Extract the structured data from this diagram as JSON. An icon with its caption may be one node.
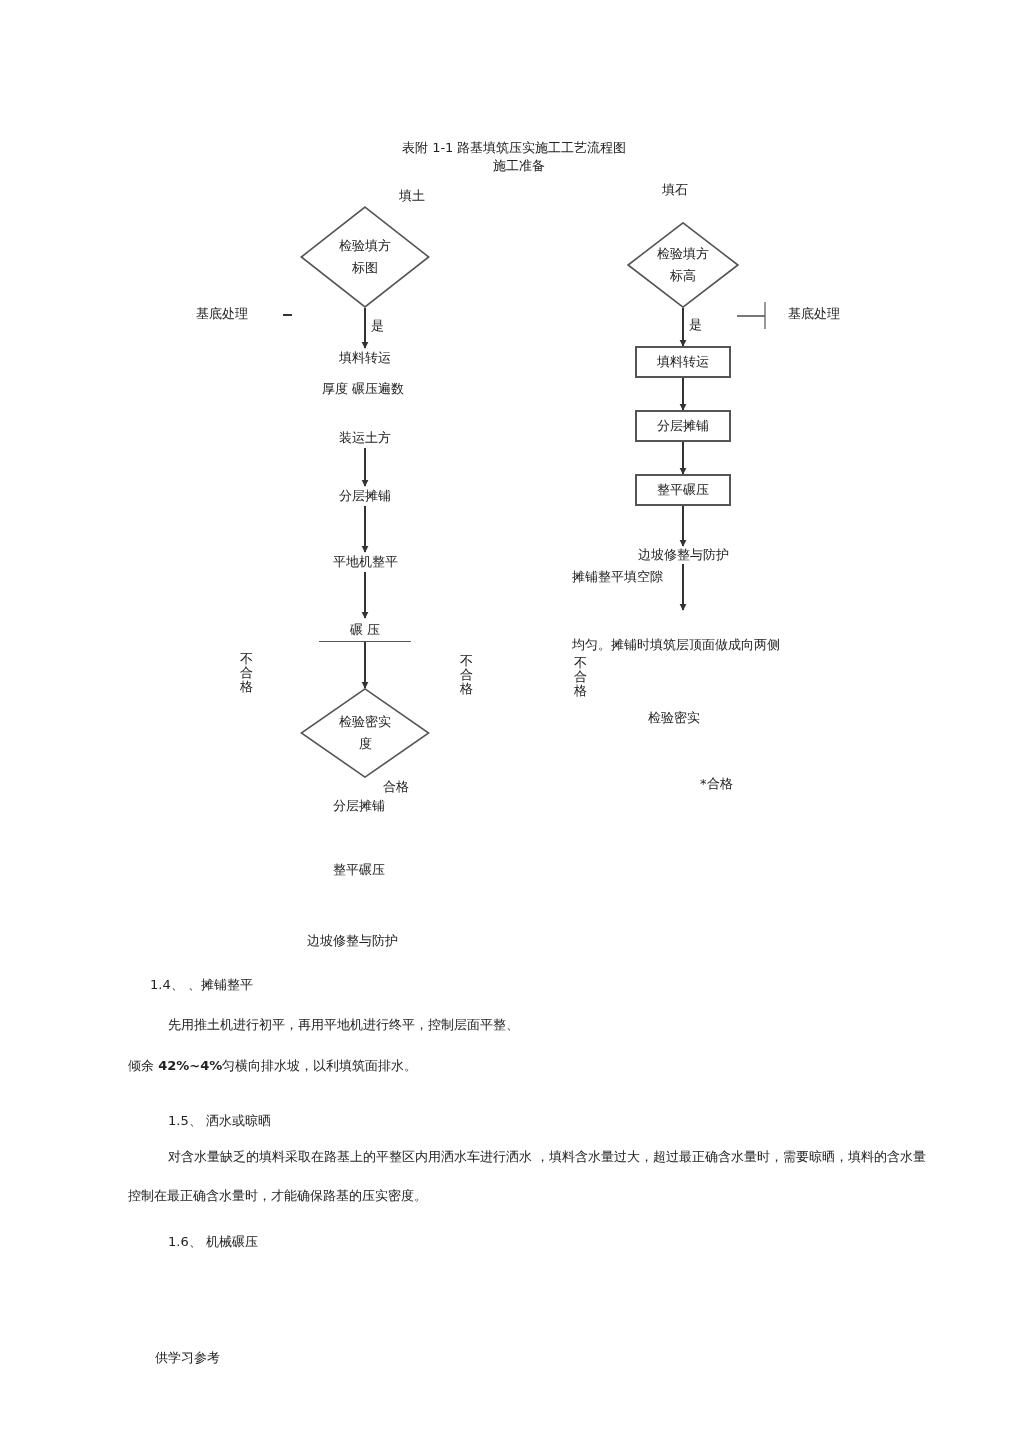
{
  "diagram": {
    "title": "表附 1-1 路基填筑压实施工工艺流程图",
    "nodes": [
      {
        "text": [
          "检验填方标图"
        ]
      },
      {
        "text": [
          "填料转运"
        ]
      },
      {
        "text": [
          "装运土方"
        ]
      },
      {
        "text": [
          "分层摊铺"
        ]
      },
      {
        "text": [
          "平地机整平"
        ]
      },
      {
        "text": [
          "碾 压"
        ]
      },
      {
        "text": [
          "检验密实度"
        ]
      },
      {
        "text": [
          "检验填方标高"
        ]
      },
      {
        "text": [
          "填料转运"
        ]
      },
      {
        "text": [
          "分层摊铺"
        ]
      },
      {
        "text": [
          "整平碾压"
        ]
      },
      {
        "text": [
          "边坡修整与防护"
        ]
      }
    ],
    "edges": [
      {
        "from": 0,
        "to": 1,
        "arrow": "to",
        "label": "是"
      },
      {
        "from": 2,
        "to": 3,
        "arrow": "to"
      },
      {
        "from": 3,
        "to": 4,
        "arrow": "to"
      },
      {
        "from": 4,
        "to": 5,
        "arrow": "to"
      },
      {
        "from": 5,
        "to": 6,
        "arrow": "to"
      },
      {
        "from": 7,
        "to": 8,
        "arrow": "to",
        "label": "是"
      },
      {
        "from": 8,
        "to": 9,
        "arrow": "to"
      },
      {
        "from": 9,
        "to": 10,
        "arrow": "to"
      },
      {
        "from": 10,
        "to": 11,
        "arrow": "to"
      },
      {
        "from": 11,
        "to": null,
        "arrow": "to"
      }
    ],
    "labels": [
      "施工准备",
      "填土",
      "填石",
      "基底处理",
      "基底处理",
      "厚度 碾压遍数",
      "摊铺整平填空隙",
      "均匀。摊铺时填筑层顶面做成向两侧",
      "不合格",
      "不合格",
      "不合格",
      "检验密实",
      "合格",
      "*合格",
      "分层摊铺",
      "整平碾压",
      "边坡修整与防护",
      "1.4、 、摊铺整平",
      "先用推土机进行初平，再用平地机进行终平，控制层面平整、",
      "倾余 **42%~4%**匀横向排水坡，以利填筑面排水。",
      "1.5、 洒水或晾晒",
      "对含水量缺乏的填料采取在路基上的平整区内用洒水车进行洒水 ，填料含水量过大，超过最正确含水量时，需要晾晒，填料的含水量控制在最正确含水量时，才能确保路基的压实密度。",
      "1.6、 机械碾压",
      "供学习参考"
    ]
  }
}
